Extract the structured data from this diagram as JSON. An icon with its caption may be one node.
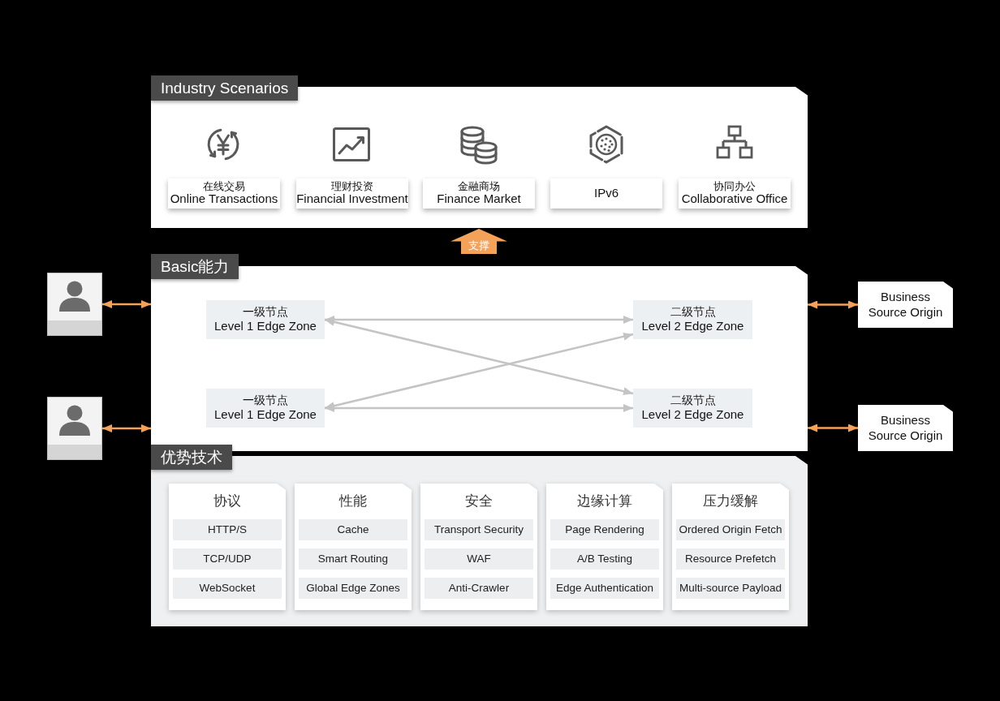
{
  "diagram": {
    "nodes": [
      {
        "text": [
          "Industry Scenarios"
        ]
      },
      {
        "text": [
          "在线交易",
          "Online Transactions"
        ],
        "in": 0
      },
      {
        "text": [
          "理财投资",
          "Financial Investment"
        ],
        "in": 0
      },
      {
        "text": [
          "金融商场",
          "Finance Market"
        ],
        "in": 0
      },
      {
        "text": [
          "IPv6"
        ],
        "in": 0
      },
      {
        "text": [
          "协同办公",
          "Collaborative Office"
        ],
        "in": 0
      },
      {
        "text": [],
        "shape": "person"
      },
      {
        "text": [],
        "shape": "person"
      },
      {
        "text": [
          "Basic能力"
        ]
      },
      {
        "text": [
          "一级节点",
          "Level 1 Edge Zone"
        ],
        "in": 8
      },
      {
        "text": [
          "二级节点",
          "Level 2 Edge Zone"
        ],
        "in": 8
      },
      {
        "text": [
          "一级节点",
          "Level 1 Edge Zone"
        ],
        "in": 8
      },
      {
        "text": [
          "二级节点",
          "Level 2 Edge Zone"
        ],
        "in": 8
      },
      {
        "text": [
          "Business Source Origin"
        ]
      },
      {
        "text": [
          "Business Source Origin"
        ]
      },
      {
        "text": [
          "优势技术"
        ]
      },
      {
        "text": [
          "协议"
        ],
        "in": 15
      },
      {
        "text": [
          "HTTP/S"
        ],
        "in": 16
      },
      {
        "text": [
          "TCP/UDP"
        ],
        "in": 16
      },
      {
        "text": [
          "WebSocket"
        ],
        "in": 16
      },
      {
        "text": [
          "性能"
        ],
        "in": 15
      },
      {
        "text": [
          "Cache"
        ],
        "in": 20
      },
      {
        "text": [
          "Smart Routing"
        ],
        "in": 20
      },
      {
        "text": [
          "Global Edge Zones"
        ],
        "in": 20
      },
      {
        "text": [
          "安全"
        ],
        "in": 15
      },
      {
        "text": [
          "Transport Security"
        ],
        "in": 24
      },
      {
        "text": [
          "WAF"
        ],
        "in": 24
      },
      {
        "text": [
          "Anti-Crawler"
        ],
        "in": 24
      },
      {
        "text": [
          "边缘计算"
        ],
        "in": 15
      },
      {
        "text": [
          "Page Rendering"
        ],
        "in": 28
      },
      {
        "text": [
          "A/B Testing"
        ],
        "in": 28
      },
      {
        "text": [
          "Edge Authentication"
        ],
        "in": 28
      },
      {
        "text": [
          "压力缓解"
        ],
        "in": 15
      },
      {
        "text": [
          "Ordered Origin Fetch"
        ],
        "in": 32
      },
      {
        "text": [
          "Resource Prefetch"
        ],
        "in": 32
      },
      {
        "text": [
          "Multi-source Payload"
        ],
        "in": 32
      }
    ],
    "edges": [
      {
        "from": 8,
        "to": 0,
        "arrow": "to",
        "label": "支撑",
        "style": "thick"
      },
      {
        "from": 6,
        "to": 8,
        "arrow": "both"
      },
      {
        "from": 7,
        "to": 8,
        "arrow": "both"
      },
      {
        "from": 8,
        "to": 13,
        "arrow": "both"
      },
      {
        "from": 8,
        "to": 14,
        "arrow": "both"
      },
      {
        "from": 9,
        "to": 10,
        "arrow": "both",
        "color": "#c4c4c4"
      },
      {
        "from": 9,
        "to": 12,
        "arrow": "both",
        "color": "#c4c4c4"
      },
      {
        "from": 11,
        "to": 10,
        "arrow": "both",
        "color": "#c4c4c4"
      },
      {
        "from": 11,
        "to": 12,
        "arrow": "both",
        "color": "#c4c4c4"
      }
    ]
  }
}
